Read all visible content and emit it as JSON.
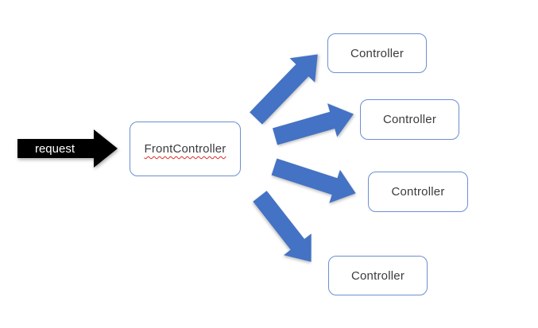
{
  "diagram": {
    "request_label": "request",
    "front_controller": {
      "label": "FrontController",
      "spellcheck_flagged": true
    },
    "controllers": [
      {
        "label": "Controller"
      },
      {
        "label": "Controller"
      },
      {
        "label": "Controller"
      },
      {
        "label": "Controller"
      }
    ],
    "arrows": [
      {
        "name": "request-to-frontcontroller",
        "style": "black-block-arrow"
      },
      {
        "name": "frontcontroller-to-controller-1",
        "style": "blue-block-arrow",
        "direction": "up-right-steep"
      },
      {
        "name": "frontcontroller-to-controller-2",
        "style": "blue-block-arrow",
        "direction": "up-right-shallow"
      },
      {
        "name": "frontcontroller-to-controller-3",
        "style": "blue-block-arrow",
        "direction": "down-right-shallow"
      },
      {
        "name": "frontcontroller-to-controller-4",
        "style": "blue-block-arrow",
        "direction": "down-right-steep"
      }
    ]
  },
  "colors": {
    "arrow_blue": "#4472C4",
    "box_border": "#6B8FD0",
    "box_text": "#3B3B3B",
    "request_arrow": "#000000",
    "request_text": "#FFFFFF",
    "squiggle": "#E02B20",
    "background": "#FFFFFF"
  }
}
